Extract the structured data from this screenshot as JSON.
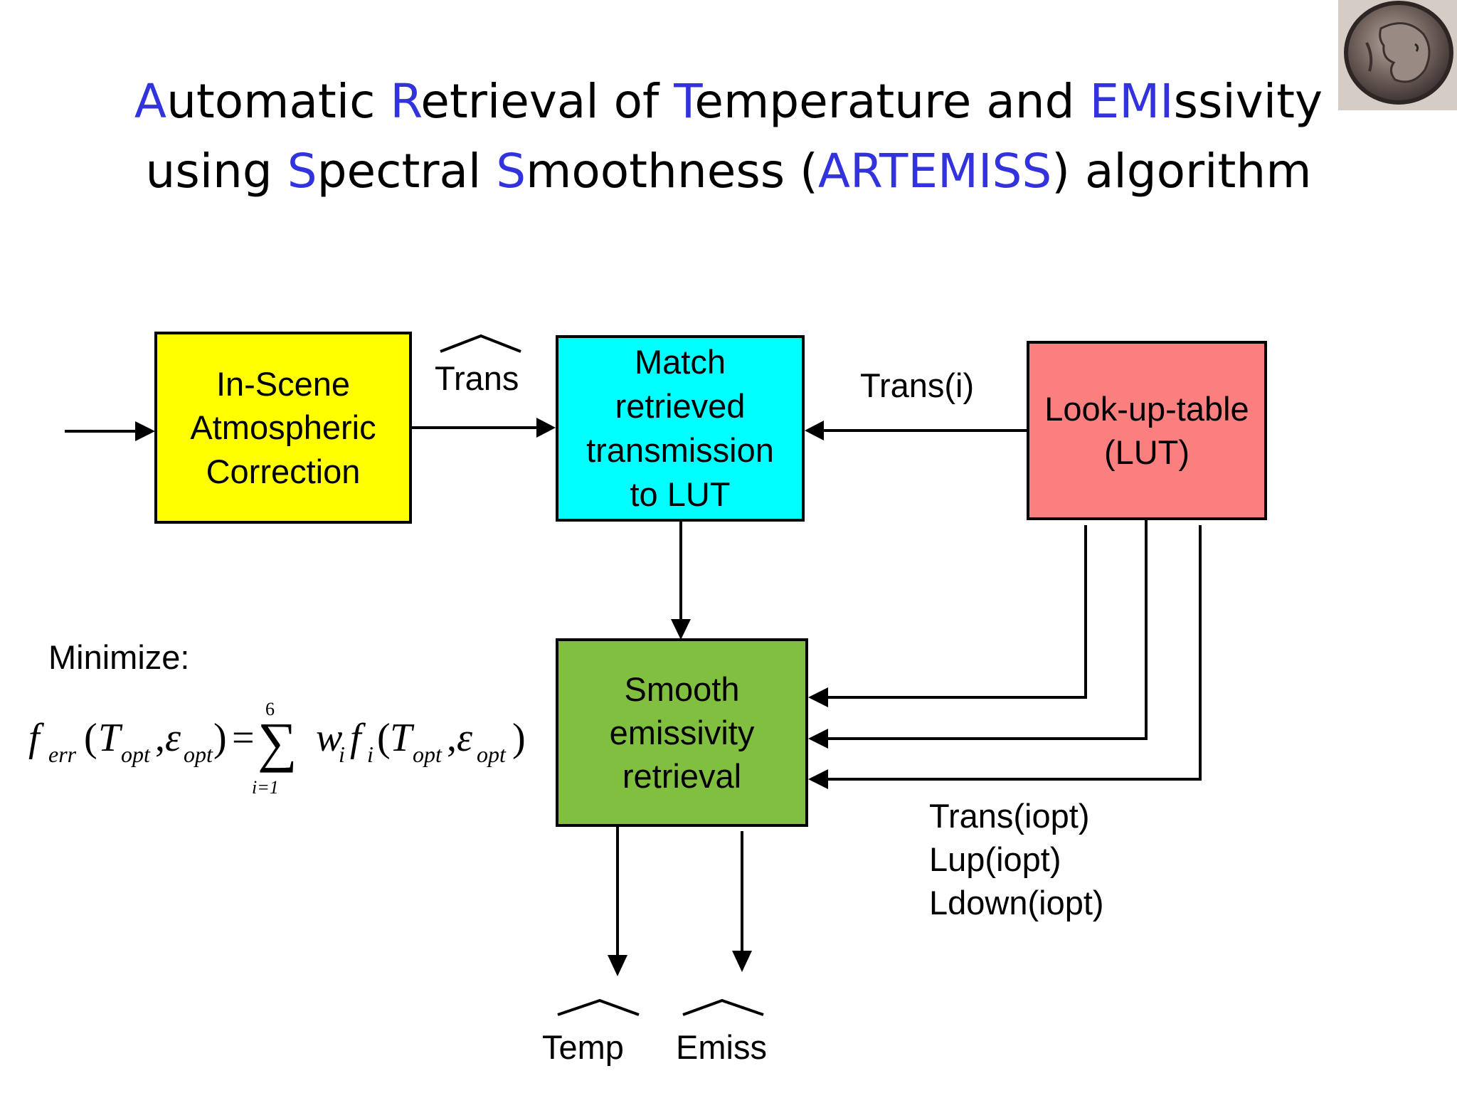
{
  "title": {
    "line1": [
      {
        "text": "A",
        "hl": true
      },
      {
        "text": "utomatic ",
        "hl": false
      },
      {
        "text": "R",
        "hl": true
      },
      {
        "text": "etrieval of ",
        "hl": false
      },
      {
        "text": "T",
        "hl": true
      },
      {
        "text": "emperature and ",
        "hl": false
      },
      {
        "text": "EMI",
        "hl": true
      },
      {
        "text": "ssivity",
        "hl": false
      }
    ],
    "line2": [
      {
        "text": "using ",
        "hl": false
      },
      {
        "text": "S",
        "hl": true
      },
      {
        "text": "pectral ",
        "hl": false
      },
      {
        "text": "S",
        "hl": true
      },
      {
        "text": "moothness (",
        "hl": false
      },
      {
        "text": "ARTEMISS",
        "hl": true
      },
      {
        "text": ") algorithm",
        "hl": false
      }
    ],
    "highlight_color": "#3333dd"
  },
  "boxes": {
    "atmos": {
      "lines": [
        "In-Scene",
        "Atmospheric",
        "Correction"
      ],
      "color": "#ffff00"
    },
    "match": {
      "lines": [
        "Match",
        "retrieved",
        "transmission",
        "to LUT"
      ],
      "color": "#00ffff"
    },
    "lut": {
      "lines": [
        "Look-up-table",
        "(LUT)"
      ],
      "color": "#fc7f7f"
    },
    "smooth": {
      "lines": [
        "Smooth",
        "emissivity",
        "retrieval"
      ],
      "color": "#80bf40"
    }
  },
  "labels": {
    "trans_hat": "Trans",
    "trans_i": "Trans(i)",
    "minimize": "Minimize:",
    "temp_hat": "Temp",
    "emiss_hat": "Emiss",
    "lut_outputs": [
      "Trans(iopt)",
      "Lup(iopt)",
      "Ldown(iopt)"
    ]
  },
  "formula": {
    "f": "f",
    "err": "err",
    "T": "T",
    "opt": "opt",
    "eps": "ε",
    "w": "w",
    "i": "i",
    "upper": "6",
    "lower": "i=1",
    "sigma": "∑"
  },
  "decorations": {
    "coin": "coin-portrait-icon"
  }
}
